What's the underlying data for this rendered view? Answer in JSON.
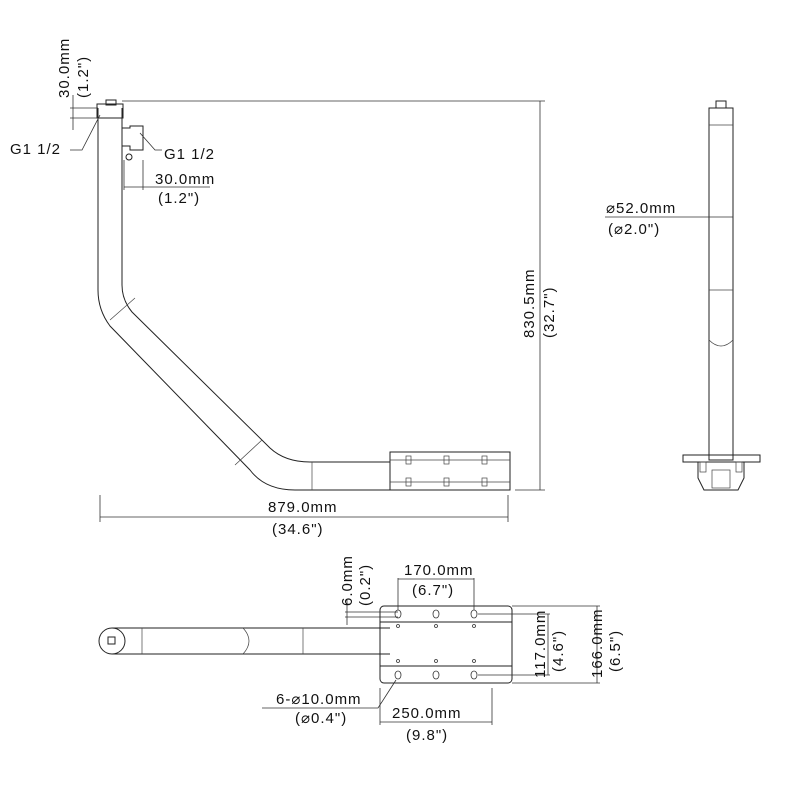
{
  "side_view": {
    "top_offset_mm": "30.0mm",
    "top_offset_in": "(1.2\")",
    "thread_left": "G1 1/2",
    "thread_right": "G1 1/2",
    "side_offset_mm": "30.0mm",
    "side_offset_in": "(1.2\")",
    "height_mm": "830.5mm",
    "height_in": "(32.7\")",
    "length_mm": "879.0mm",
    "length_in": "(34.6\")"
  },
  "end_view": {
    "diameter_mm": "⌀52.0mm",
    "diameter_in": "(⌀2.0\")"
  },
  "top_view": {
    "slot_mm": "6.0mm",
    "slot_in": "(0.2\")",
    "hole_spacing_mm": "170.0mm",
    "hole_spacing_in": "(6.7\")",
    "row_spacing_mm": "117.0mm",
    "row_spacing_in": "(4.6\")",
    "plate_width_mm": "166.0mm",
    "plate_width_in": "(6.5\")",
    "holes_mm": "6-⌀10.0mm",
    "holes_in": "(⌀0.4\")",
    "plate_length_mm": "250.0mm",
    "plate_length_in": "(9.8\")"
  }
}
